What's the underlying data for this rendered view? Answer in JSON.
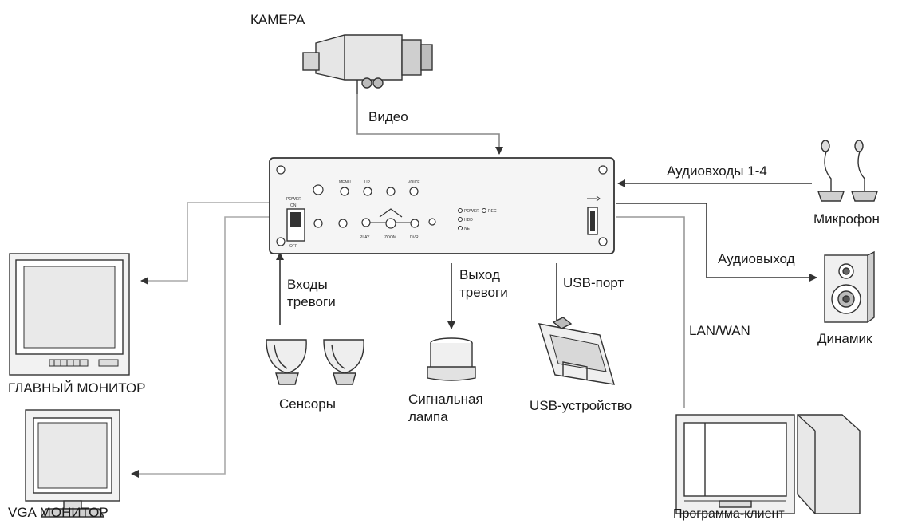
{
  "labels": {
    "camera": "КАМЕРА",
    "video": "Видео",
    "audio_inputs": "Аудиовходы 1-4",
    "microphone": "Микрофон",
    "audio_output": "Аудиовыход",
    "speaker": "Динамик",
    "lan_wan": "LAN/WAN",
    "client_program": "Программа-клиент",
    "alarm_inputs_line1": "Входы",
    "alarm_inputs_line2": "тревоги",
    "alarm_output_line1": "Выход",
    "alarm_output_line2": "тревоги",
    "usb_port": "USB-порт",
    "sensors": "Сенсоры",
    "signal_lamp_line1": "Сигнальная",
    "signal_lamp_line2": "лампа",
    "usb_device": "USB-устройство",
    "main_monitor": "ГЛАВНЫЙ МОНИТОР",
    "vga_monitor": "VGA МОНИТОР"
  },
  "panel_markings": {
    "power": "POWER",
    "on": "ON",
    "off": "OFF",
    "menu": "MENU",
    "up": "UP",
    "voice": "VOICE",
    "play": "PLAY",
    "zoom": "ZOOM",
    "dvr": "DVR",
    "power_led": "POWER",
    "rec_led": "REC",
    "hdd_led": "HDD",
    "net_led": "NET"
  }
}
